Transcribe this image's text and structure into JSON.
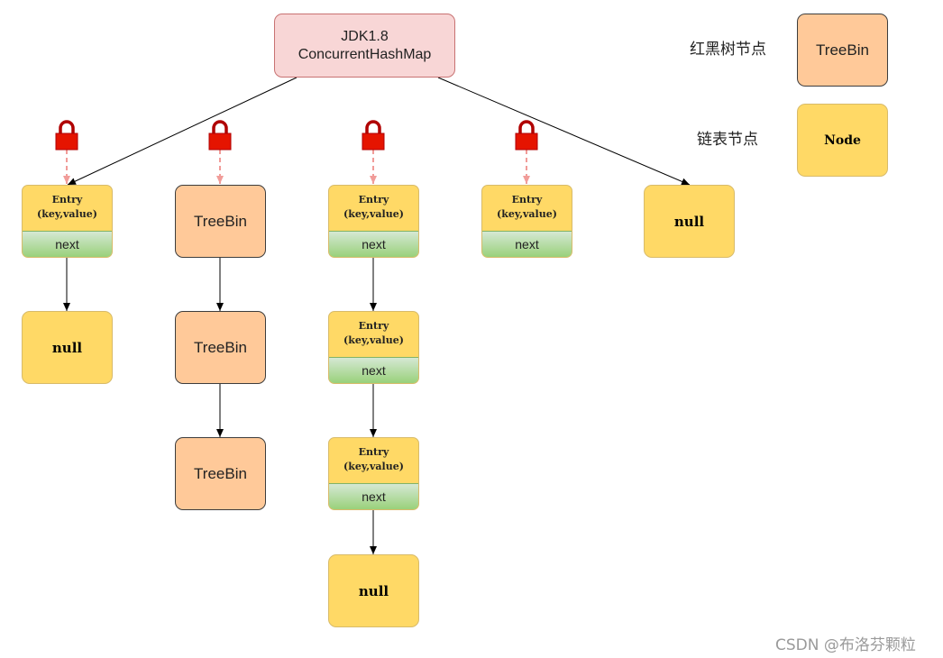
{
  "root": {
    "line1": "JDK1.8",
    "line2": "ConcurrentHashMap"
  },
  "entry": {
    "line1": "Entry",
    "line2": "(key,value)",
    "next": "next"
  },
  "tree_label": "TreeBin",
  "null_label": "null",
  "legend": {
    "tree_desc": "红黑树节点",
    "tree_box": "TreeBin",
    "node_desc": "链表节点",
    "node_box": "Node"
  },
  "watermark": "CSDN @布洛芬颗粒",
  "colors": {
    "root_fill": "#f8d6d6",
    "treebin_fill": "#ffc999",
    "node_fill": "#ffd966",
    "next_fill": "#97d077",
    "lock": "#e51400",
    "lock_arrow": "#f19c99"
  },
  "icons": [
    "lock-icon"
  ]
}
